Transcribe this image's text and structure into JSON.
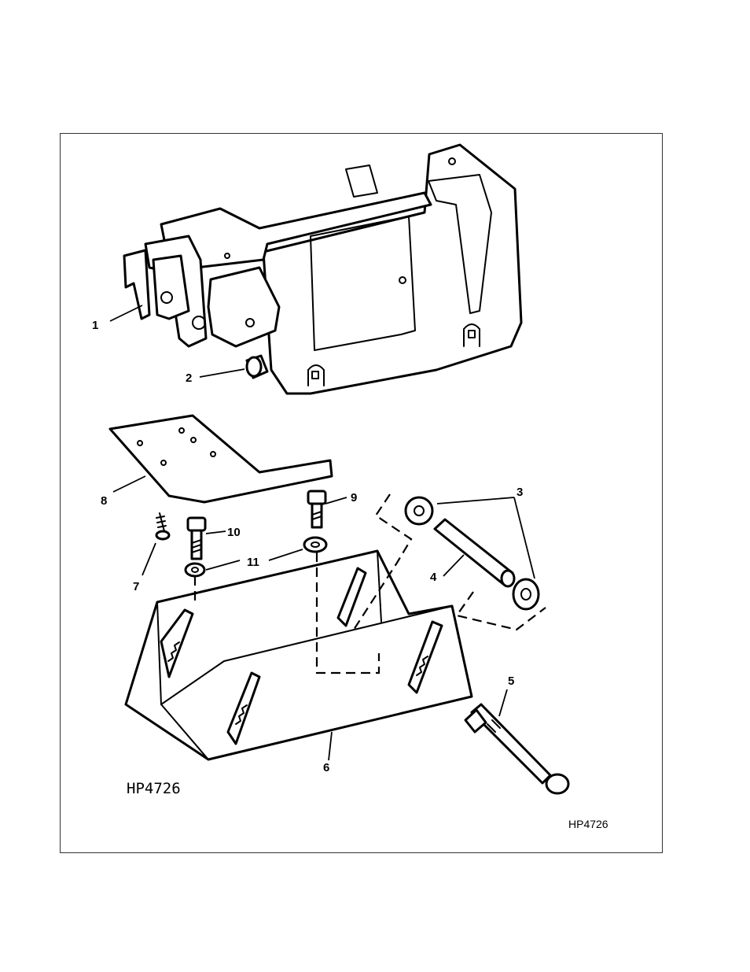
{
  "figure": {
    "inner_code": "HP4726",
    "figure_code": "HP4726"
  },
  "callouts": [
    {
      "id": "1",
      "label": "1"
    },
    {
      "id": "2",
      "label": "2"
    },
    {
      "id": "3",
      "label": "3"
    },
    {
      "id": "4",
      "label": "4"
    },
    {
      "id": "5",
      "label": "5"
    },
    {
      "id": "6",
      "label": "6"
    },
    {
      "id": "7",
      "label": "7"
    },
    {
      "id": "8",
      "label": "8"
    },
    {
      "id": "9",
      "label": "9"
    },
    {
      "id": "10",
      "label": "10"
    },
    {
      "id": "11",
      "label": "11"
    }
  ]
}
